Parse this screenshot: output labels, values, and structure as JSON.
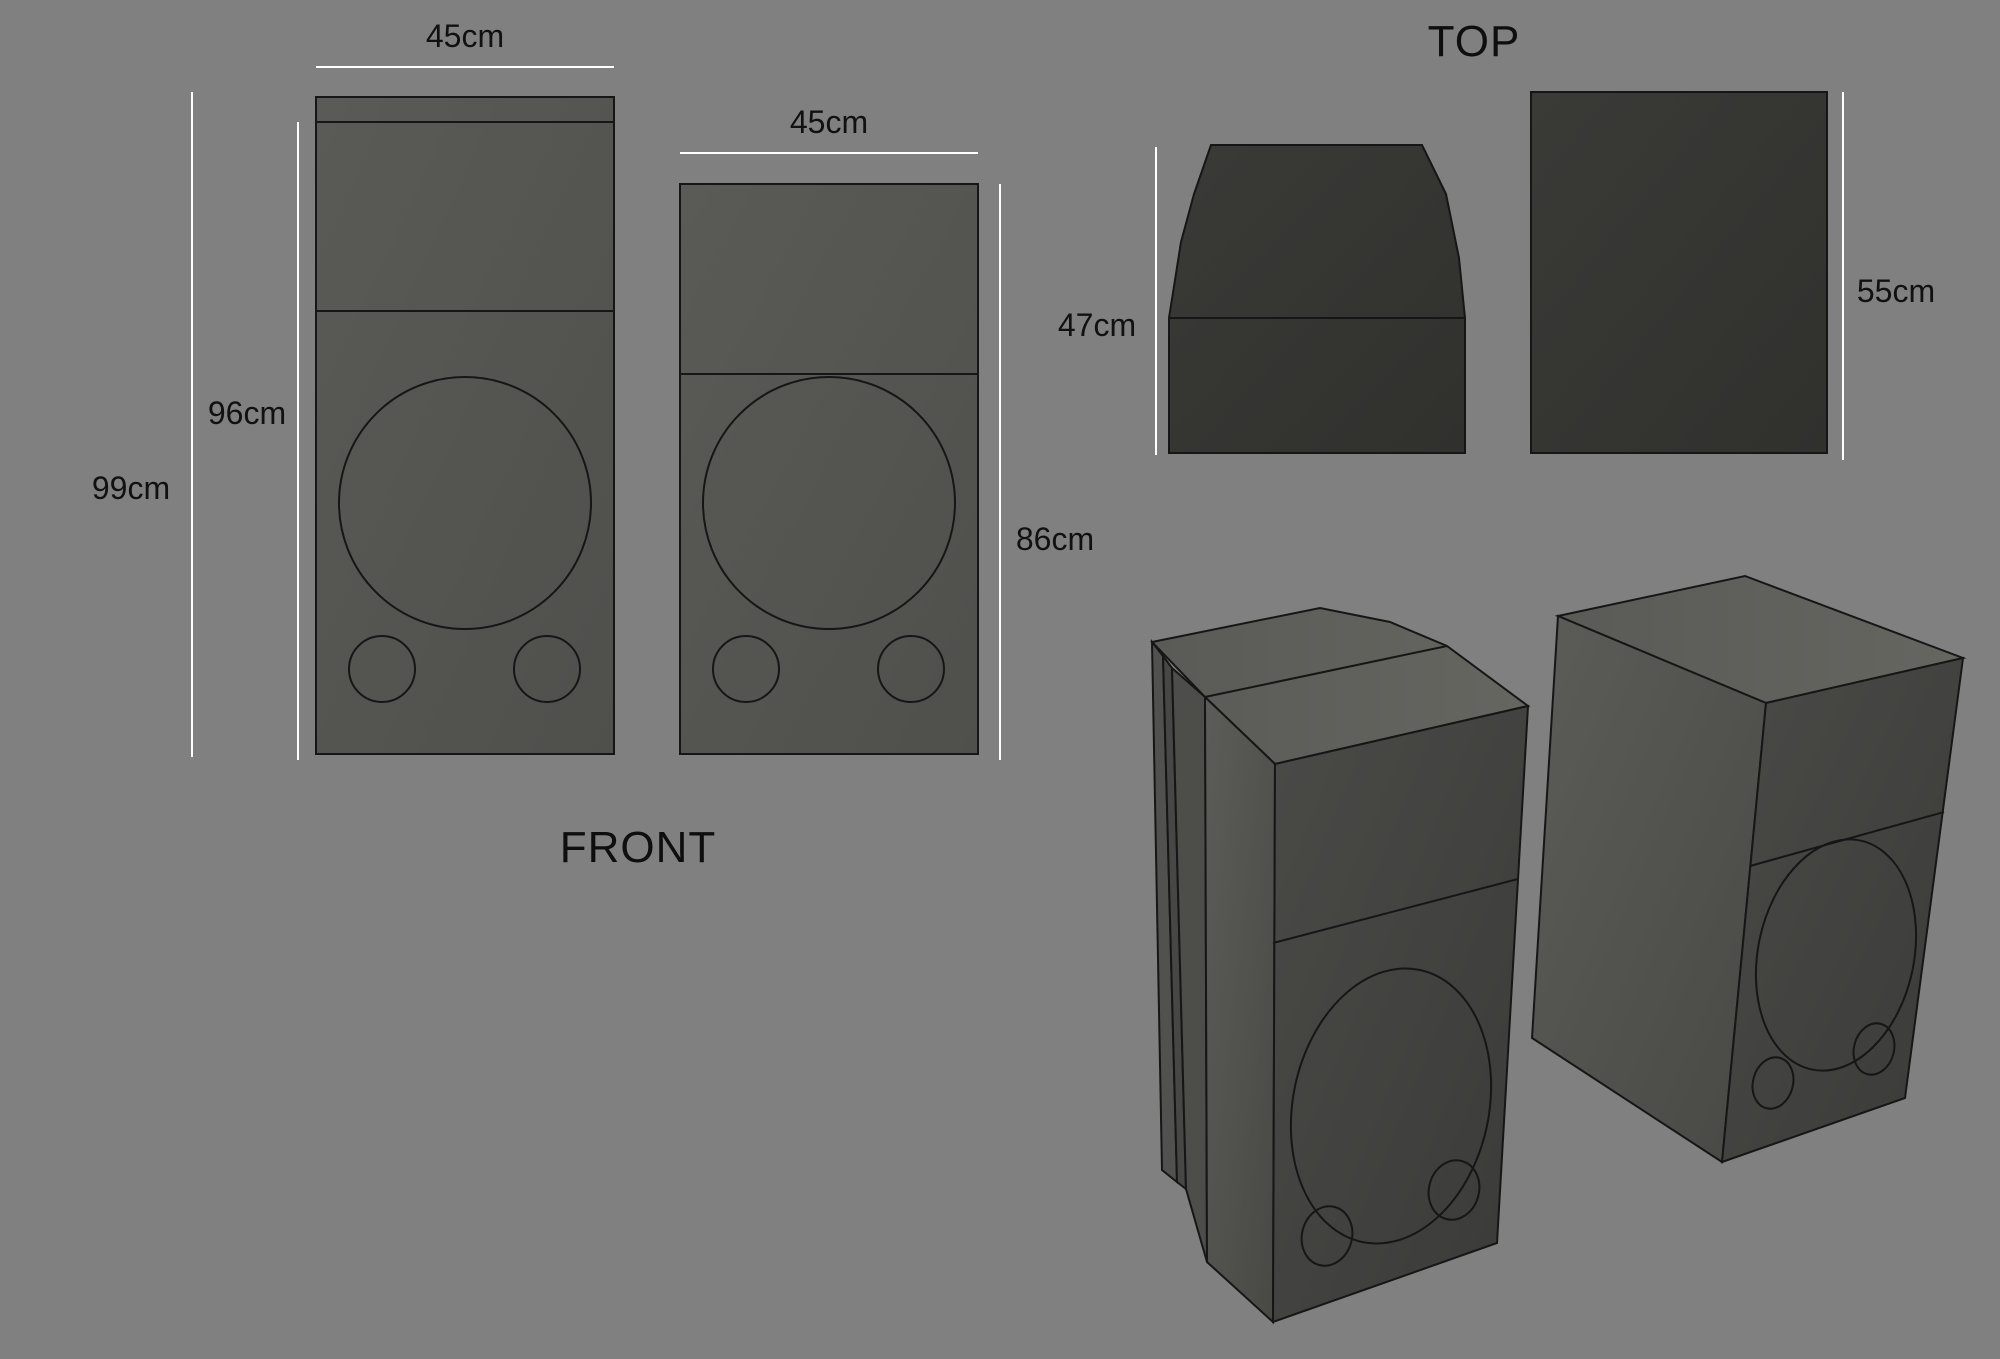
{
  "views": {
    "front_label": "FRONT",
    "top_label": "TOP"
  },
  "dimensions": {
    "front_left_width": "45cm",
    "front_left_total_height": "99cm",
    "front_left_body_height": "96cm",
    "front_right_width": "45cm",
    "front_right_height": "86cm",
    "top_left_depth": "47cm",
    "top_right_depth": "55cm"
  },
  "colors": {
    "background": "#808080",
    "front_panel": "#545450",
    "top_panel": "#353532",
    "dimension_line": "#ffffff",
    "outline": "#161616"
  },
  "components": {
    "woofer_count_per_speaker": 1,
    "port_count_per_speaker": 2
  }
}
